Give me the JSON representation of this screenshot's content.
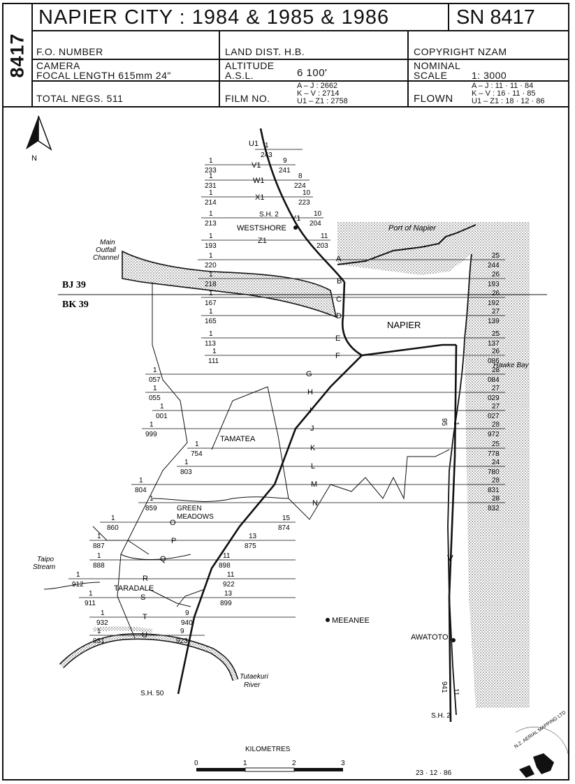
{
  "header": {
    "side_code": "8417",
    "title": "NAPIER CITY : 1984 & 1985 & 1986",
    "sn": "SN 8417",
    "fo_number_label": "F.O. NUMBER",
    "land_dist": "LAND DIST.  H.B.",
    "copyright": "COPYRIGHT  NZAM",
    "camera_label": "CAMERA",
    "focal_length": "FOCAL LENGTH  615mm  24\"",
    "altitude_label": "ALTITUDE",
    "asl_label": "A.S.L.",
    "altitude_value": "6 100'",
    "nominal_label": "NOMINAL",
    "scale_label": "SCALE",
    "scale_value": "1: 3000",
    "total_negs": "TOTAL NEGS.  511",
    "film_no_label": "FILM NO.",
    "film_lines": [
      "A – J : 2662",
      "K – V : 2714",
      "U1 – Z1 : 2758"
    ],
    "flown_label": "FLOWN",
    "flown_lines": [
      "A – J : 11 · 11 · 84",
      "K – V : 16 · 11 · 85",
      "U1 – Z1 : 18 · 12 · 86"
    ]
  },
  "map": {
    "north": "N",
    "places": {
      "port": "Port of Napier",
      "outfall": [
        "Main",
        "Outfall",
        "Channel"
      ],
      "westshore": "WESTSHORE",
      "sh2_top": "S.H. 2",
      "napier": "NAPIER",
      "hawke_bay": "Hawke Bay",
      "tamatea": "TAMATEA",
      "greenmeadows": [
        "GREEN",
        "MEADOWS"
      ],
      "taipo": [
        "Taipo",
        "Stream"
      ],
      "taradale": "TARADALE",
      "meeanee": "MEEANEE",
      "awatoto": "AWATOTO",
      "sh50": "S.H. 50",
      "tutaekuri": [
        "Tutaekuri",
        "River"
      ],
      "sh2_bottom": "S.H. 2"
    },
    "grid_labels": [
      "BJ 39",
      "BK 39"
    ],
    "flight_letters": [
      "U1",
      "V1",
      "W1",
      "X1",
      "Y1",
      "Z1",
      "A",
      "B",
      "C",
      "D",
      "E",
      "F",
      "G",
      "H",
      "I",
      "J",
      "K",
      "L",
      "M",
      "N",
      "O",
      "P",
      "Q",
      "R",
      "S",
      "T",
      "U",
      "V"
    ],
    "left_labels": [
      {
        "top": "1",
        "bottom": "243"
      },
      {
        "top": "1",
        "bottom": "233"
      },
      {
        "top": "1",
        "bottom": "231"
      },
      {
        "top": "1",
        "bottom": "214"
      },
      {
        "top": "1",
        "bottom": "213"
      },
      {
        "top": "1",
        "bottom": "193"
      },
      {
        "top": "1",
        "bottom": "220"
      },
      {
        "top": "1",
        "bottom": "218"
      },
      {
        "top": "1",
        "bottom": "167"
      },
      {
        "top": "1",
        "bottom": "165"
      },
      {
        "top": "1",
        "bottom": "113"
      },
      {
        "top": "1",
        "bottom": "111"
      },
      {
        "top": "1",
        "bottom": "057"
      },
      {
        "top": "1",
        "bottom": "055"
      },
      {
        "top": "1",
        "bottom": "001"
      },
      {
        "top": "1",
        "bottom": "999"
      },
      {
        "top": "1",
        "bottom": "754"
      },
      {
        "top": "1",
        "bottom": "803"
      },
      {
        "top": "1",
        "bottom": "804"
      },
      {
        "top": "1",
        "bottom": "859"
      },
      {
        "top": "1",
        "bottom": "860"
      },
      {
        "top": "1",
        "bottom": "887"
      },
      {
        "top": "1",
        "bottom": "888"
      },
      {
        "top": "1",
        "bottom": "912"
      },
      {
        "top": "1",
        "bottom": "911"
      },
      {
        "top": "1",
        "bottom": "932"
      },
      {
        "top": "1",
        "bottom": "931"
      }
    ],
    "right_labels_upper": [
      {
        "top": "9",
        "bottom": "241"
      },
      {
        "top": "8",
        "bottom": "224"
      },
      {
        "top": "10",
        "bottom": "223"
      },
      {
        "top": "10",
        "bottom": "204"
      },
      {
        "top": "11",
        "bottom": "203"
      }
    ],
    "right_labels_east": [
      {
        "top": "25",
        "bottom": "244"
      },
      {
        "top": "26",
        "bottom": "193"
      },
      {
        "top": "26",
        "bottom": "192"
      },
      {
        "top": "27",
        "bottom": "139"
      },
      {
        "top": "25",
        "bottom": "137"
      },
      {
        "top": "26",
        "bottom": "086"
      },
      {
        "top": "28",
        "bottom": "084"
      },
      {
        "top": "27",
        "bottom": "029"
      },
      {
        "top": "27",
        "bottom": "027"
      },
      {
        "top": "28",
        "bottom": "972"
      },
      {
        "top": "25",
        "bottom": "778"
      },
      {
        "top": "24",
        "bottom": "780"
      },
      {
        "top": "28",
        "bottom": "831"
      },
      {
        "top": "28",
        "bottom": "832"
      }
    ],
    "right_labels_south": [
      {
        "top": "15",
        "bottom": "874"
      },
      {
        "top": "13",
        "bottom": "875"
      },
      {
        "top": "11",
        "bottom": "898"
      },
      {
        "top": "11",
        "bottom": "922"
      },
      {
        "top": "13",
        "bottom": "899"
      },
      {
        "top": "9",
        "bottom": "940"
      },
      {
        "top": "9",
        "bottom": "923"
      }
    ],
    "v_line_labels": [
      "95",
      "1",
      "941",
      "11"
    ],
    "scale": {
      "title": "KILOMETRES",
      "ticks": [
        "0",
        "1",
        "2",
        "3"
      ]
    },
    "date": "23 · 12 · 86",
    "stamp": "N.Z. AERIAL MAPPING LTD"
  }
}
